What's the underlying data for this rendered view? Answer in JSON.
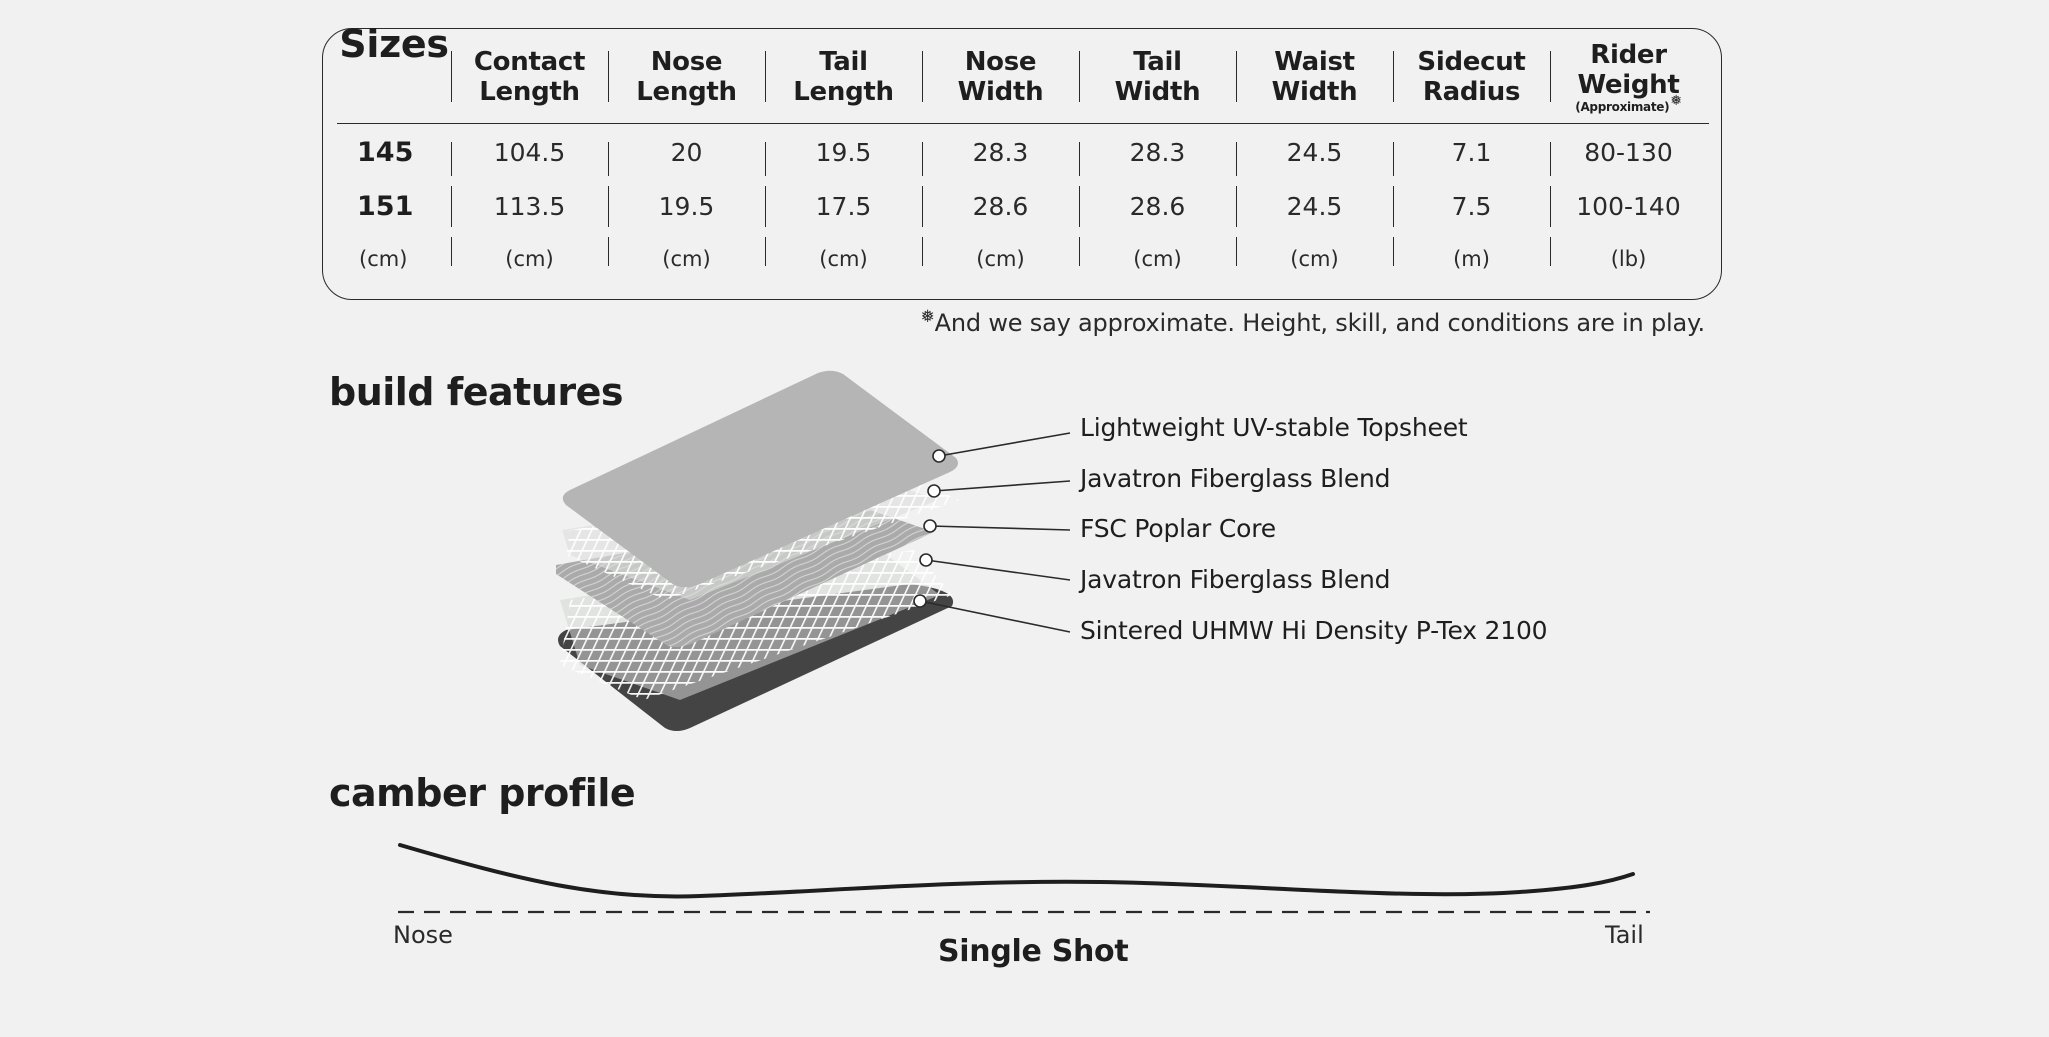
{
  "spec_table": {
    "sizes_title": "Sizes",
    "columns": [
      {
        "line1": "Contact",
        "line2": "Length"
      },
      {
        "line1": "Nose",
        "line2": "Length"
      },
      {
        "line1": "Tail",
        "line2": "Length"
      },
      {
        "line1": "Nose",
        "line2": "Width"
      },
      {
        "line1": "Tail",
        "line2": "Width"
      },
      {
        "line1": "Waist",
        "line2": "Width"
      },
      {
        "line1": "Sidecut",
        "line2": "Radius"
      },
      {
        "line1": "Rider",
        "line2": "Weight",
        "note": "(Approximate)",
        "marker": "❅"
      }
    ],
    "rows": [
      {
        "size": "145",
        "values": [
          "104.5",
          "20",
          "19.5",
          "28.3",
          "28.3",
          "24.5",
          "7.1",
          "80-130"
        ]
      },
      {
        "size": "151",
        "values": [
          "113.5",
          "19.5",
          "17.5",
          "28.6",
          "28.6",
          "24.5",
          "7.5",
          "100-140"
        ]
      }
    ],
    "units": [
      "(cm)",
      "(cm)",
      "(cm)",
      "(cm)",
      "(cm)",
      "(cm)",
      "(cm)",
      "(m)",
      "(lb)"
    ]
  },
  "footnote": {
    "marker": "❅",
    "text": "And we say approximate. Height, skill, and conditions are in play."
  },
  "build_features": {
    "title": "build features",
    "layers": [
      "Lightweight UV-stable Topsheet",
      "Javatron Fiberglass Blend",
      "FSC Poplar Core",
      "Javatron Fiberglass Blend",
      "Sintered UHMW Hi Density P-Tex 2100"
    ],
    "colors": {
      "topsheet": "#b4b5b4",
      "core": "#a9aaa9",
      "base": "#434443",
      "fiberglass": "#ffffff"
    }
  },
  "camber_profile": {
    "title": "camber profile",
    "nose_label": "Nose",
    "tail_label": "Tail",
    "profile_name": "Single Shot"
  }
}
